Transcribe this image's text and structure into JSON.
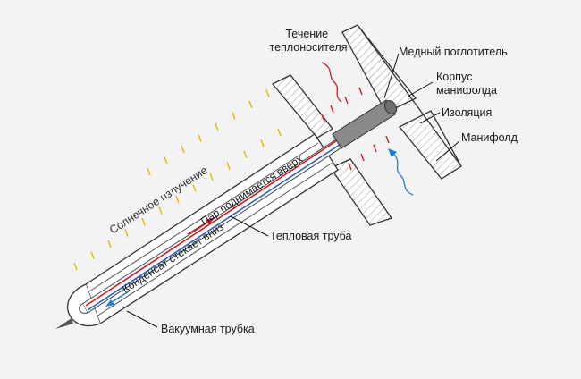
{
  "labels": {
    "flow": [
      "Течение",
      "теплоносителя"
    ],
    "copper_absorber": "Медный поглотитель",
    "manifold_housing": [
      "Корпус",
      "манифолда"
    ],
    "insulation": "Изоляция",
    "manifold": "Манифолд",
    "solar_radiation": "Солнечное излучение",
    "vapor_rises": "Пар поднимается вверх",
    "condensate_down": "Конденсат стекает вниз",
    "heat_pipe": "Тепловая труба",
    "vacuum_tube": "Вакуумная трубка"
  },
  "colors": {
    "background": "#f3f3f3",
    "sun_rays": "#e6b800",
    "hot_arrows": "#d11a2a",
    "cold_arrows": "#1f7fd6",
    "vapor_line": "#d11a2a",
    "condensate_line": "#2a5fc0",
    "absorber": "#8a8a8a",
    "wall_fill": "#ffffff"
  }
}
